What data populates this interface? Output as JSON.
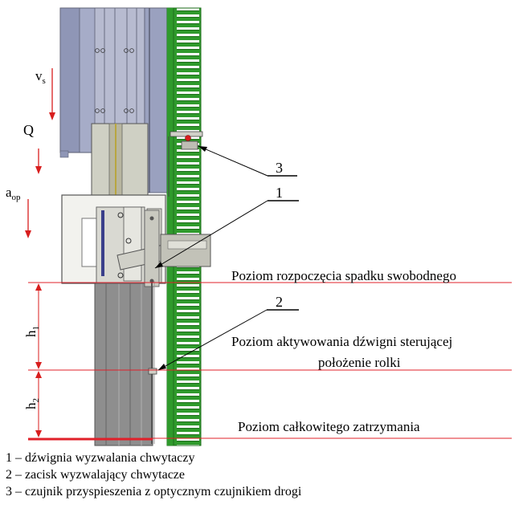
{
  "figure": {
    "symbols": {
      "vs_base": "v",
      "vs_sub": "s",
      "q": "Q",
      "aop_base": "a",
      "aop_sub": "op",
      "h1_base": "h",
      "h1_sub": "1",
      "h2_base": "h",
      "h2_sub": "2"
    },
    "callouts": {
      "c3": "3",
      "c1": "1",
      "c2": "2"
    },
    "levels": {
      "free_fall_start": "Poziom rozpoczęcia spadku swobodnego",
      "lever_activation_line1": "Poziom aktywowania dźwigni sterującej",
      "lever_activation_line2": "położenie rolki",
      "full_stop": "Poziom całkowitego zatrzymania"
    },
    "legend": [
      "1 – dźwignia wyzwalania chwytaczy",
      "2 – zacisk wyzwalający chwytacze",
      "3 – czujnik przyspieszenia z optycznym czujnikiem drogi"
    ],
    "colors": {
      "level_line": "#e0202a",
      "rack_green": "#2f9a2c",
      "rack_green_dark": "#1f6e1c",
      "cabin_blue": "#9ea6c4",
      "mast_gray": "#8e8e8e",
      "arrow_red": "#d81e1e"
    }
  }
}
